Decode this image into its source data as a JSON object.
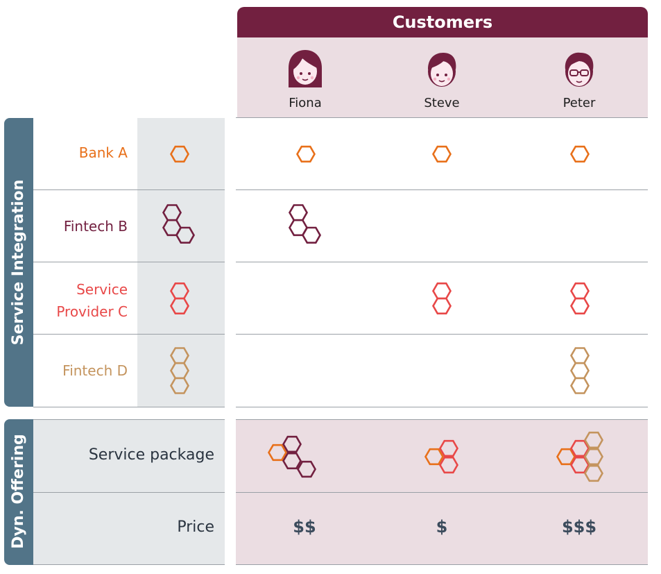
{
  "header": {
    "title": "Customers"
  },
  "customers": [
    {
      "name": "Fiona",
      "avatar": "girl-avatar-icon"
    },
    {
      "name": "Steve",
      "avatar": "boy-avatar-icon"
    },
    {
      "name": "Peter",
      "avatar": "man-glasses-avatar-icon"
    }
  ],
  "sections": {
    "integration": "Service Integration",
    "offering": "Dyn. Offering"
  },
  "providers": [
    {
      "label_lines": [
        "Bank A"
      ],
      "color": "#e8701a",
      "hex_count": 1
    },
    {
      "label_lines": [
        "Fintech B"
      ],
      "color": "#722040",
      "hex_count": 3
    },
    {
      "label_lines": [
        "Service",
        "Provider C"
      ],
      "color": "#e84848",
      "hex_count": 2
    },
    {
      "label_lines": [
        "Fintech D"
      ],
      "color": "#c4945e",
      "hex_count": 3
    }
  ],
  "matrix": [
    [
      true,
      true,
      true
    ],
    [
      true,
      false,
      false
    ],
    [
      false,
      true,
      true
    ],
    [
      false,
      false,
      true
    ]
  ],
  "offering": {
    "service_package_label": "Service package",
    "price_label": "Price",
    "prices": [
      "$$",
      "$",
      "$$$"
    ]
  },
  "colors": {
    "header": "#722040",
    "tab": "#527488",
    "fiona_pkg": [
      "#e8701a",
      "#722040"
    ],
    "steve_pkg": [
      "#e8701a",
      "#e84848"
    ],
    "peter_pkg": [
      "#e8701a",
      "#e84848",
      "#c4945e"
    ]
  }
}
